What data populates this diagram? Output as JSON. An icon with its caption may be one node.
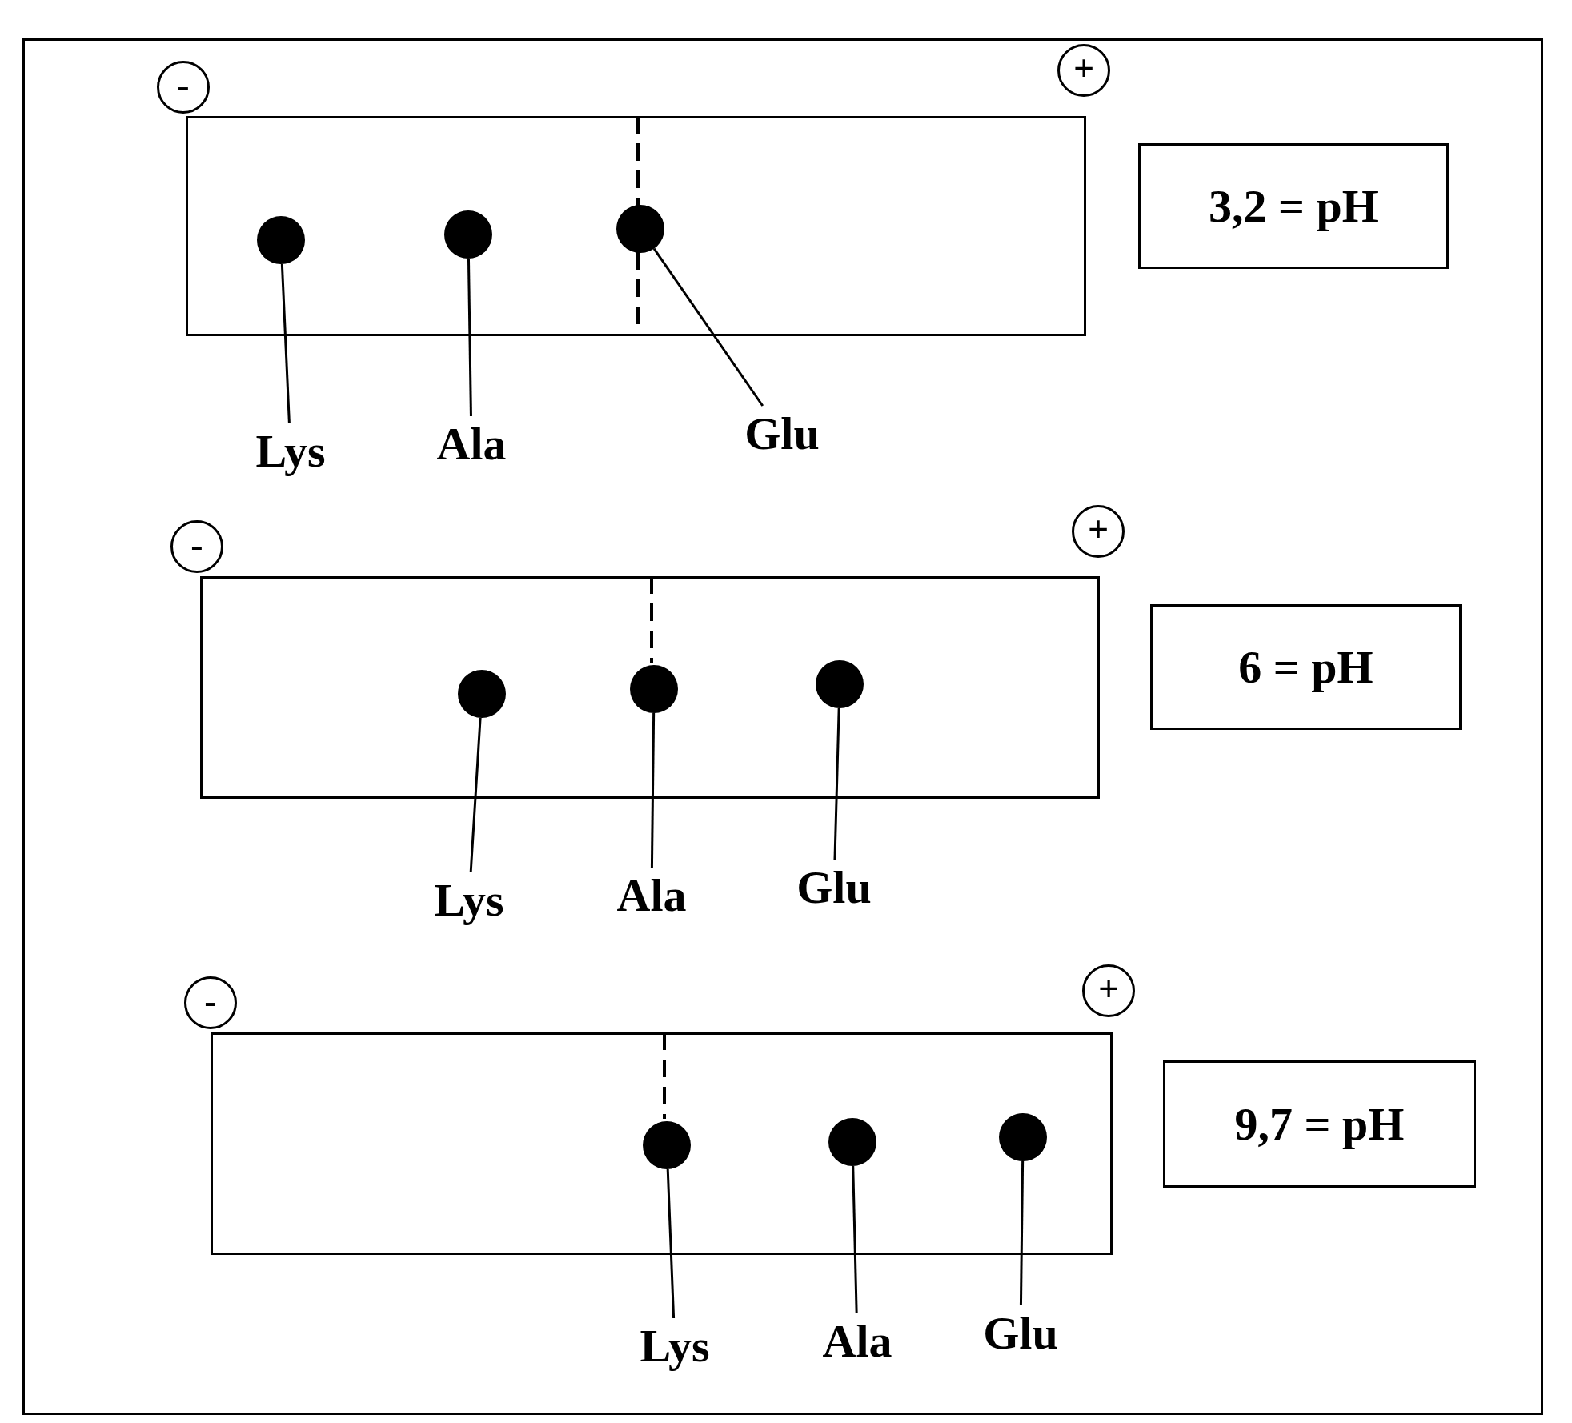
{
  "diagram": {
    "nodes": [
      {
        "text": [
          "-"
        ]
      },
      {
        "text": [
          "+"
        ]
      },
      {
        "text": [],
        "shape": "box"
      },
      {
        "text": [],
        "shape": "circle",
        "in": 2
      },
      {
        "text": [],
        "shape": "circle",
        "in": 2
      },
      {
        "text": [],
        "shape": "circle",
        "in": 2
      },
      {
        "text": [
          "3,2 = pH"
        ]
      },
      {
        "text": [
          "Lys"
        ]
      },
      {
        "text": [
          "Ala"
        ]
      },
      {
        "text": [
          "Glu"
        ]
      },
      {
        "text": [
          "-"
        ]
      },
      {
        "text": [
          "+"
        ]
      },
      {
        "text": [],
        "shape": "box"
      },
      {
        "text": [],
        "shape": "circle",
        "in": 12
      },
      {
        "text": [],
        "shape": "circle",
        "in": 12
      },
      {
        "text": [],
        "shape": "circle",
        "in": 12
      },
      {
        "text": [
          "6 = pH"
        ]
      },
      {
        "text": [
          "Lys"
        ]
      },
      {
        "text": [
          "Ala"
        ]
      },
      {
        "text": [
          "Glu"
        ]
      },
      {
        "text": [
          "-"
        ]
      },
      {
        "text": [
          "+"
        ]
      },
      {
        "text": [],
        "shape": "box"
      },
      {
        "text": [],
        "shape": "circle",
        "in": 22
      },
      {
        "text": [],
        "shape": "circle",
        "in": 22
      },
      {
        "text": [],
        "shape": "circle",
        "in": 22
      },
      {
        "text": [
          "9,7 = pH"
        ]
      },
      {
        "text": [
          "Lys"
        ]
      },
      {
        "text": [
          "Ala"
        ]
      },
      {
        "text": [
          "Glu"
        ]
      }
    ],
    "edges": [
      {
        "from": 7,
        "to": 3,
        "arrow": "none"
      },
      {
        "from": 8,
        "to": 4,
        "arrow": "none"
      },
      {
        "from": 9,
        "to": 5,
        "arrow": "none"
      },
      {
        "from": 17,
        "to": 13,
        "arrow": "none"
      },
      {
        "from": 18,
        "to": 14,
        "arrow": "none"
      },
      {
        "from": 19,
        "to": 15,
        "arrow": "none"
      },
      {
        "from": 27,
        "to": 23,
        "arrow": "none"
      },
      {
        "from": 28,
        "to": 24,
        "arrow": "none"
      },
      {
        "from": 29,
        "to": 25,
        "arrow": "none"
      }
    ]
  }
}
